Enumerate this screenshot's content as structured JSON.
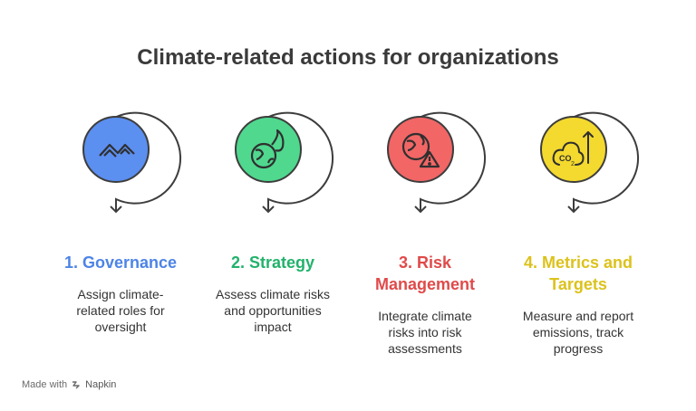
{
  "title": "Climate-related actions for organizations",
  "steps": [
    {
      "heading": "1. Governance",
      "desc": "Assign climate-related roles for oversight",
      "color": "#4d84e6",
      "circle": "#5b8ff0",
      "icon": "mountain-icon"
    },
    {
      "heading": "2. Strategy",
      "desc": "Assess climate risks and opportunities impact",
      "color": "#22b26b",
      "circle": "#4fd88e",
      "icon": "globe-fire-icon"
    },
    {
      "heading": "3. Risk Management",
      "desc": "Integrate climate risks into risk assessments",
      "color": "#e04a4a",
      "circle": "#f26666",
      "icon": "globe-warning-icon"
    },
    {
      "heading": "4. Metrics and Targets",
      "desc": "Measure and report emissions, track progress",
      "color": "#dcc21c",
      "circle": "#f4d92e",
      "icon": "co2-arrow-icon"
    }
  ],
  "footer": {
    "made_with": "Made with",
    "brand": "Napkin"
  }
}
